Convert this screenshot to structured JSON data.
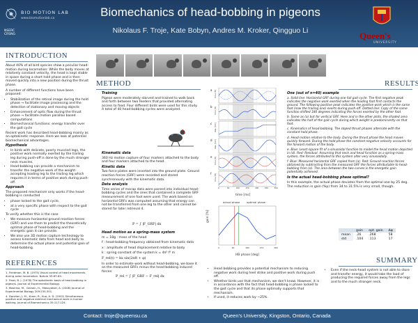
{
  "header": {
    "lab_name": "BIO MOTION LAB",
    "lab_url": "www.biomotionlab.ca",
    "nserc": "NSERC\nCRSNG",
    "title": "Biomechanics of head-bobbing in pigeons",
    "authors": "Nikolaus F. Troje, Kate Bobyn, Andres M. Kroker, Qingguo Li",
    "queens": "Queen's",
    "queens_sub": "UNIVERSITY"
  },
  "footer": {
    "contact": "Contact:  troje@queensu.ca",
    "university": "Queen's University, Kingston, Ontario, Canada"
  },
  "sections": {
    "introduction": "INTRODUCTION",
    "method": "METHOD",
    "results": "RESULTS",
    "references": "REFERENCES",
    "summary": "SUMMARY"
  },
  "intro": {
    "p1": "About 40% of all bird species show a peculiar head-motion during locomotion: While the body moves at relatively constant velocity, the head is kept stable in space during a short hold phase and is then moved quickly into a new position during the thrust phase.",
    "p2": "A number of different functions have been proposed:",
    "functions": [
      "Stabilization of the retinal image during the hold phase → facilitate image processing and the detection of stationary and moving objects",
      "Enhancement of optic flow during the thrust phase → facilitate motion parallax based computations",
      "Biomechanical functions: energy transfer over the gait cycle"
    ],
    "p3": "Recent work has described head-bobbing mainly as an optokinetic response. Here we look at potential biomechanical advantages.",
    "hyp_title": "Hypothesis",
    "hypotheses": [
      "In birds with delicate, poorly muscled legs, the positive work normally exerted by the trailing leg during push-off is done by the much stronger neck muscles.",
      "Head-bobbing can provide a mechanism to transfer the negative work of the weight-accepting leading leg to the trailing leg which requires it in terms of positive work during push-off."
    ],
    "app_title": "Approach",
    "app_p1": "The proposed mechanism only works if the head-bobbing is conducted",
    "app_items": [
      "phase locked to the gait cycle,",
      "at a very specific phase with respect to the gait cycle"
    ],
    "app_p2": "To verify whether this is the case",
    "app_items2": [
      "We measure horizontal ground reaction forces (GRF) and use them to predict the theoretically optimal phase of head-bobbing and the energetic gain it can provide.",
      "We also use 3D motion capture technology to assess kinematic data from head and body to determine the actual phase and potential gain of head-bobbing."
    ]
  },
  "references": [
    "1.  Friedman, M. B. (1975) Visual control of head movements during avian locomotion. Nature 55:67-69.",
    "2.  Frost, B. J. (1978) The optokinetic basis of head-bobbing in pigeons. Journal of Experimental Biology.",
    "3.  Maskina, M., Geraen, H., Masuyatski, A. (2006) Journal of Experimental Biology 209:230-301.",
    "4.  Donelan, J. M., Kram, R., Kuo, A. D. (2002) Simultaneous positive and negative external mechanical work in human walking. Journal of Biomechanics 35:117-124."
  ],
  "method": {
    "training_title": "Training",
    "training": "Pigeon were moderately starved and trained to walk back and forth between two feeders that provided alternating access to food. Four different birds were used for this study. A total of 40 head-bobbing cycles were analyzed.",
    "kin_title": "Kinematic data",
    "kin": "360 Hz motion capture of four markers attached to the body and four markers attached to the head.",
    "kin2_title": "Kinetic data",
    "kin2": "Two force plates were inserted into the ground plate. Ground reaction forces (GRF) were recorded and stored synchronously with the kinematic data.",
    "analysis_title": "Data analysis",
    "analysis": "Time series of mocap data were parsed into individual head-bobbing cycles and the ones that contained a complete GRF measurement of one foot were used. The work based on horizontal GRFs was computed assuming that energy can not be transferred from one leg to the other and cannot be stored for later retrieval 4.",
    "work_formula": "P = ∫ |F_GRF| dx",
    "spring_title": "Head motion as a spring-mass system",
    "spring_m": "m = 18g : mass of the head",
    "spring_f": "f : head-bobbing frequency obtained from kinematic data",
    "spring_x": "x : amplitude of head displacement relative to body",
    "spring_k": "k : spring constant of the system   k = 4π² f² m",
    "spring_eq": "F_rel(t) = kx sin(2πft + φ)",
    "spring_p": "In order to estimate work without head-bobbing, we base it on the measured GRFs minus the head-bobbing induced forces:",
    "spring_eq2": "P_rel = ∫ |F_GRF − F_rel| dx"
  },
  "results": {
    "example_title": "One (out of n=40) example",
    "items": [
      "a. Solid line: Horizontal GRF during one full gait cycle. The first negative peak indicates the negative work exerted when the leading foot first contacts the ground. The following positive peak indicates the positive work which is the same foot (now the trailing one) exerts during push-off. Dotted line: Copy of the same function shifted 180 degrees indicating the forces exerted by the other foot.",
      "b. Same as (a) but for vertical GRF. Here and in the other plots, the shaded area indicates the half of the gait cycle during which weight is predominantly on that foot.",
      "c. Kinematics of head-bobbing. The sloped thrust phases alternate with the constant hold phase.",
      "d. Head motion relative to the body. During the thrust phase the head moves quickly forward. During the hold phase the constant negative velocity accounts for the forward motion of the body.",
      "e. Blue: Least square fit of a sinusoidal function to model the head motion depicted in (d). Red: Residual. Assuming that neck and head function as a spring-mass system, the forces attributed to this system alter very sinusoidally.",
      "f. Blue: Measured horizontal GRF copied from (a). Red: Ground reaction forces obtained by subtracting from the measured GRF the forces attributable to head-bobbing from (e). The area between the two curves is the energetic gain potentially achieved."
    ],
    "optimal_title": "Is the actual head-bobbing phase optimal?",
    "optimal_text": "In this example, the actual phase deviates from the optimal one by 25 deg. The reduction in gain (%p) from 34 to 31.5% is very small, though.",
    "table": {
      "headers": [
        "",
        "gain",
        "opt. gain",
        "Δφ"
      ],
      "rows": [
        [
          "mean",
          ".26",
          ".268",
          "58"
        ],
        [
          "std",
          ".104",
          ".113",
          "17"
        ]
      ]
    }
  },
  "summary": {
    "left": [
      "Head bobbing provides a potential mechanism to reducing negative work during heel strike and positive work during push off.",
      "Whether birds use that mechanism, we don't know. However, it is in accordance with the fact that head-bobbing is phase locked to the gait cycle and that its phase optimally supports that mechanism.",
      "If used, it reduces work by ~25%."
    ],
    "right": [
      "Even if the neck-head system is not able to store and transfer energy, it would take the load of producing the required forces away from the legs and to the much stronger neck."
    ]
  },
  "chart_data": [
    {
      "type": "line",
      "panels": [
        "a",
        "b",
        "c",
        "d",
        "e",
        "f"
      ],
      "ylabels": [
        "force [N]",
        "force [N]",
        "disp. [mm]",
        "disp. [mm]",
        "force [N]",
        "force [N]"
      ],
      "xlabel": "time [ms]",
      "x_ticks": [
        "0",
        "50",
        "100",
        "150",
        "200",
        "250",
        "300"
      ],
      "grid": true
    },
    {
      "type": "line",
      "title": "",
      "xlabel": "HB phase [deg]",
      "ylabel": "gain [%]",
      "annotations": [
        "actual phase",
        "optimal phase"
      ],
      "x": [
        0,
        60,
        120,
        180,
        240,
        300,
        360
      ],
      "y": [
        10,
        22,
        33,
        28,
        14,
        6,
        10
      ],
      "x_ticks": [
        "0",
        "90",
        "180",
        "270",
        "360"
      ]
    }
  ]
}
